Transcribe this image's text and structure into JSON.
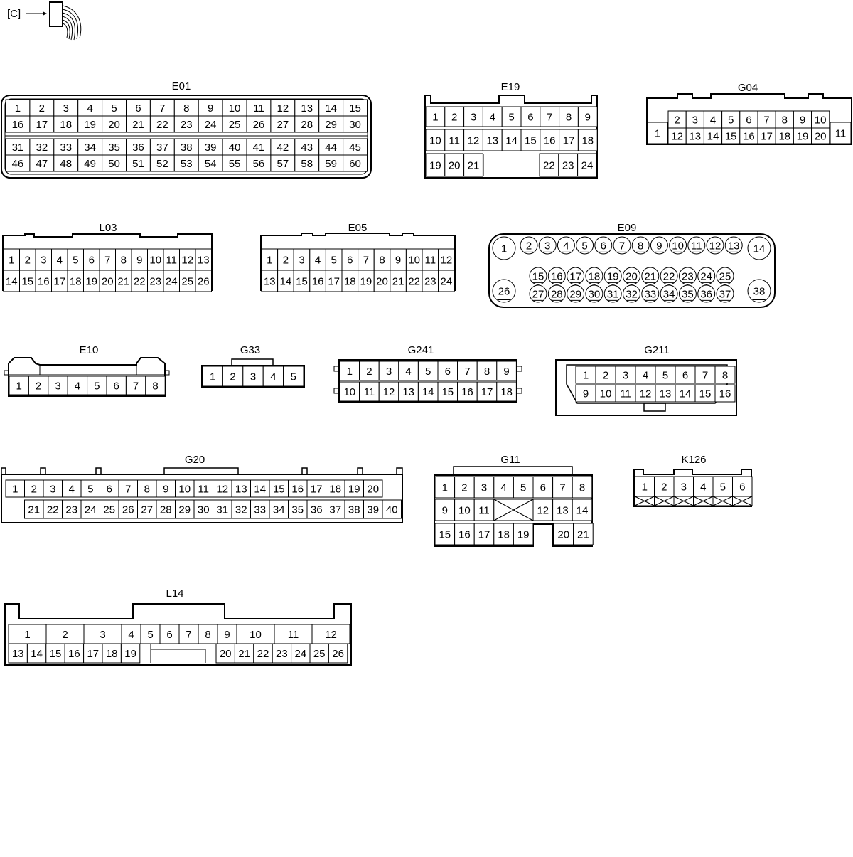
{
  "legend": {
    "label": "[C]"
  },
  "connectors": {
    "E01": {
      "name": "E01",
      "rows": [
        [
          "1",
          "2",
          "3",
          "4",
          "5",
          "6",
          "7",
          "8",
          "9",
          "10",
          "11",
          "12",
          "13",
          "14",
          "15"
        ],
        [
          "16",
          "17",
          "18",
          "19",
          "20",
          "21",
          "22",
          "23",
          "24",
          "25",
          "26",
          "27",
          "28",
          "29",
          "30"
        ],
        [
          "31",
          "32",
          "33",
          "34",
          "35",
          "36",
          "37",
          "38",
          "39",
          "40",
          "41",
          "42",
          "43",
          "44",
          "45"
        ],
        [
          "46",
          "47",
          "48",
          "49",
          "50",
          "51",
          "52",
          "53",
          "54",
          "55",
          "56",
          "57",
          "58",
          "59",
          "60"
        ]
      ]
    },
    "E19": {
      "name": "E19",
      "rows": [
        [
          "1",
          "2",
          "3",
          "4",
          "5",
          "6",
          "7",
          "8",
          "9"
        ],
        [
          "10",
          "11",
          "12",
          "13",
          "14",
          "15",
          "16",
          "17",
          "18"
        ],
        [
          "19",
          "20",
          "21",
          "22",
          "23",
          "24"
        ]
      ]
    },
    "G04": {
      "name": "G04",
      "left": "1",
      "top": [
        "2",
        "3",
        "4",
        "5",
        "6",
        "7",
        "8",
        "9",
        "10"
      ],
      "bottom": [
        "12",
        "13",
        "14",
        "15",
        "16",
        "17",
        "18",
        "19",
        "20"
      ],
      "right": "11"
    },
    "L03": {
      "name": "L03",
      "rows": [
        [
          "1",
          "2",
          "3",
          "4",
          "5",
          "6",
          "7",
          "8",
          "9",
          "10",
          "11",
          "12",
          "13"
        ],
        [
          "14",
          "15",
          "16",
          "17",
          "18",
          "19",
          "20",
          "21",
          "22",
          "23",
          "24",
          "25",
          "26"
        ]
      ]
    },
    "E05": {
      "name": "E05",
      "rows": [
        [
          "1",
          "2",
          "3",
          "4",
          "5",
          "6",
          "7",
          "8",
          "9",
          "10",
          "11",
          "12"
        ],
        [
          "13",
          "14",
          "15",
          "16",
          "17",
          "18",
          "19",
          "20",
          "21",
          "22",
          "23",
          "24"
        ]
      ]
    },
    "E09": {
      "name": "E09",
      "row1": [
        "2",
        "3",
        "4",
        "5",
        "6",
        "7",
        "8",
        "9",
        "10",
        "11",
        "12",
        "13"
      ],
      "row2": [
        "15",
        "16",
        "17",
        "18",
        "19",
        "20",
        "21",
        "22",
        "23",
        "24",
        "25"
      ],
      "row3": [
        "27",
        "28",
        "29",
        "30",
        "31",
        "32",
        "33",
        "34",
        "35",
        "36",
        "37"
      ],
      "corners": [
        "1",
        "14",
        "26",
        "38"
      ]
    },
    "E10": {
      "name": "E10",
      "pins": [
        "1",
        "2",
        "3",
        "4",
        "5",
        "6",
        "7",
        "8"
      ]
    },
    "G33": {
      "name": "G33",
      "pins": [
        "1",
        "2",
        "3",
        "4",
        "5"
      ]
    },
    "G241": {
      "name": "G241",
      "rows": [
        [
          "1",
          "2",
          "3",
          "4",
          "5",
          "6",
          "7",
          "8",
          "9"
        ],
        [
          "10",
          "11",
          "12",
          "13",
          "14",
          "15",
          "16",
          "17",
          "18"
        ]
      ]
    },
    "G211": {
      "name": "G211",
      "rows": [
        [
          "1",
          "2",
          "3",
          "4",
          "5",
          "6",
          "7",
          "8"
        ],
        [
          "9",
          "10",
          "11",
          "12",
          "13",
          "14",
          "15",
          "16"
        ]
      ]
    },
    "G20": {
      "name": "G20",
      "rows": [
        [
          "1",
          "2",
          "3",
          "4",
          "5",
          "6",
          "7",
          "8",
          "9",
          "10",
          "11",
          "12",
          "13",
          "14",
          "15",
          "16",
          "17",
          "18",
          "19",
          "20"
        ],
        [
          "21",
          "22",
          "23",
          "24",
          "25",
          "26",
          "27",
          "28",
          "29",
          "30",
          "31",
          "32",
          "33",
          "34",
          "35",
          "36",
          "37",
          "38",
          "39",
          "40"
        ]
      ]
    },
    "G11": {
      "name": "G11",
      "row1": [
        "1",
        "2",
        "3",
        "4",
        "5",
        "6",
        "7",
        "8"
      ],
      "row2": [
        "9",
        "10",
        "11",
        "12",
        "13",
        "14"
      ],
      "row3": [
        "15",
        "16",
        "17",
        "18",
        "19",
        "20",
        "21"
      ]
    },
    "K126": {
      "name": "K126",
      "pins": [
        "1",
        "2",
        "3",
        "4",
        "5",
        "6"
      ]
    },
    "L14": {
      "name": "L14",
      "top": [
        "1",
        "2",
        "3",
        "4",
        "5",
        "6",
        "7",
        "8",
        "9",
        "10",
        "11",
        "12"
      ],
      "bottom": [
        "13",
        "14",
        "15",
        "16",
        "17",
        "18",
        "19",
        "20",
        "21",
        "22",
        "23",
        "24",
        "25",
        "26"
      ]
    }
  }
}
